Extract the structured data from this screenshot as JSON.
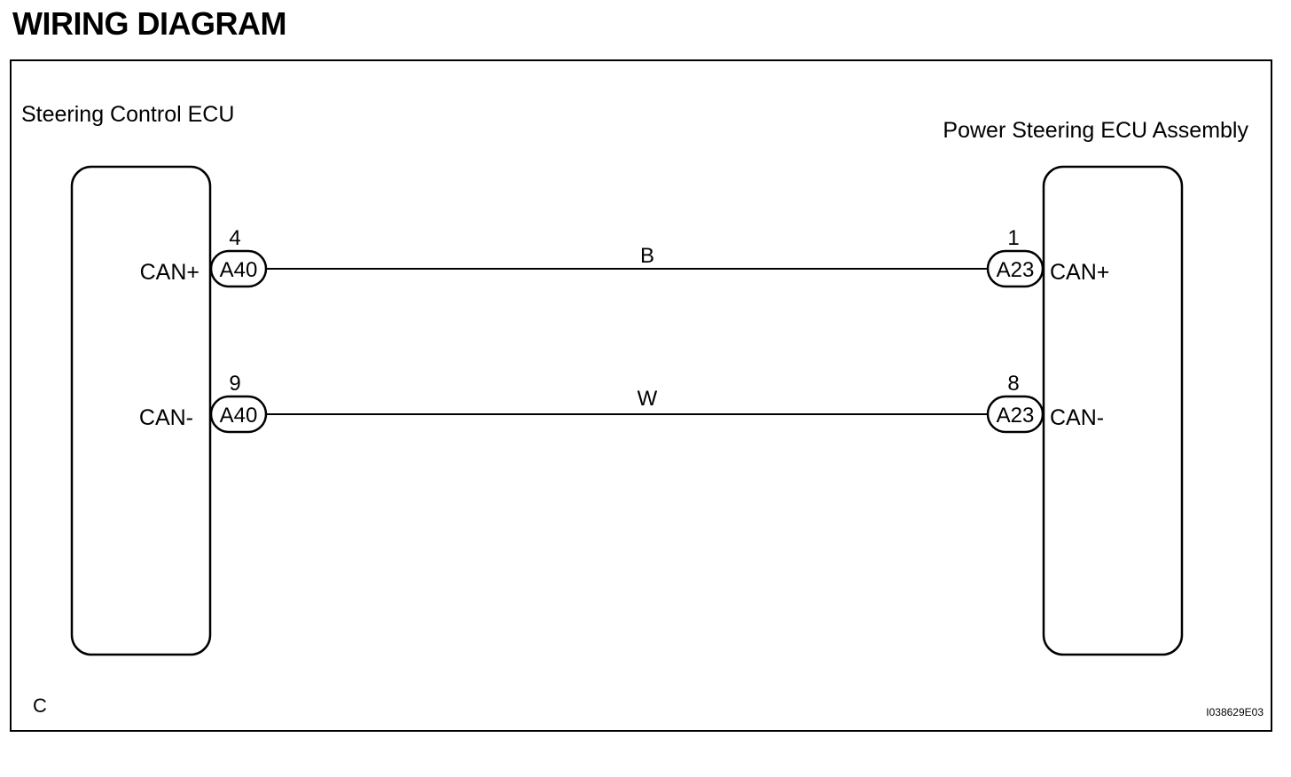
{
  "title": "WIRING DIAGRAM",
  "left_ecu": {
    "name": "Steering Control ECU",
    "terminals": [
      {
        "label": "CAN+",
        "pin": "4",
        "connector": "A40"
      },
      {
        "label": "CAN-",
        "pin": "9",
        "connector": "A40"
      }
    ]
  },
  "right_ecu": {
    "name": "Power Steering ECU Assembly",
    "terminals": [
      {
        "label": "CAN+",
        "pin": "1",
        "connector": "A23"
      },
      {
        "label": "CAN-",
        "pin": "8",
        "connector": "A23"
      }
    ]
  },
  "wires": [
    {
      "color_code": "B"
    },
    {
      "color_code": "W"
    }
  ],
  "corner_label": "C",
  "figure_id": "I038629E03"
}
